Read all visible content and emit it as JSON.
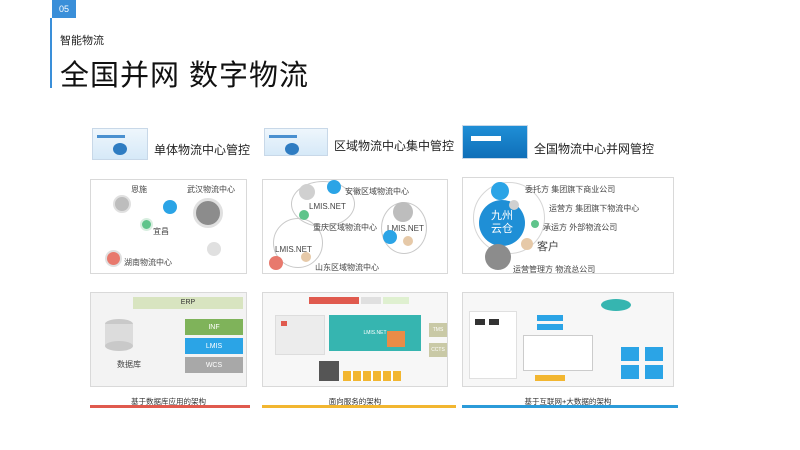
{
  "page": {
    "number": "05",
    "subtitle": "智能物流",
    "title": "全国并网 数字物流"
  },
  "columns": [
    {
      "label": "单体物流中心管控"
    },
    {
      "label": "区域物流中心集中管控"
    },
    {
      "label": "全国物流中心并网管控"
    }
  ],
  "panel1": {
    "nodes": [
      "恩施",
      "武汉物流中心",
      "宜昌",
      "湖南物流中心"
    ]
  },
  "panel2": {
    "nodes": [
      "安徽区域物流中心",
      "LMIS.NET",
      "重庆区域物流中心",
      "LMIS.NET",
      "LMIS.NET",
      "山东区域物流中心"
    ]
  },
  "panel3": {
    "hub": "九州\n云仓",
    "nodes": [
      "委托方 集团旗下商业公司",
      "运营方 集团旗下物流中心",
      "承运方 外部物流公司",
      "客户",
      "运营管理方 物流总公司"
    ]
  },
  "arch1": {
    "erp": "ERP",
    "database": "数据库",
    "layers": [
      "INF",
      "LMIS",
      "WCS"
    ],
    "caption": "基于数据库应用的架构"
  },
  "arch2": {
    "top": "LMIS.NET",
    "side": [
      "TMS",
      "CCTS"
    ],
    "caption": "面向服务的架构"
  },
  "arch3": {
    "caption": "基于互联网+大数据的架构"
  },
  "colors": {
    "accent": "#3a8fd9",
    "underline1": "#e05a4e",
    "underline2": "#f2b630",
    "underline3": "#2b9bd9"
  }
}
